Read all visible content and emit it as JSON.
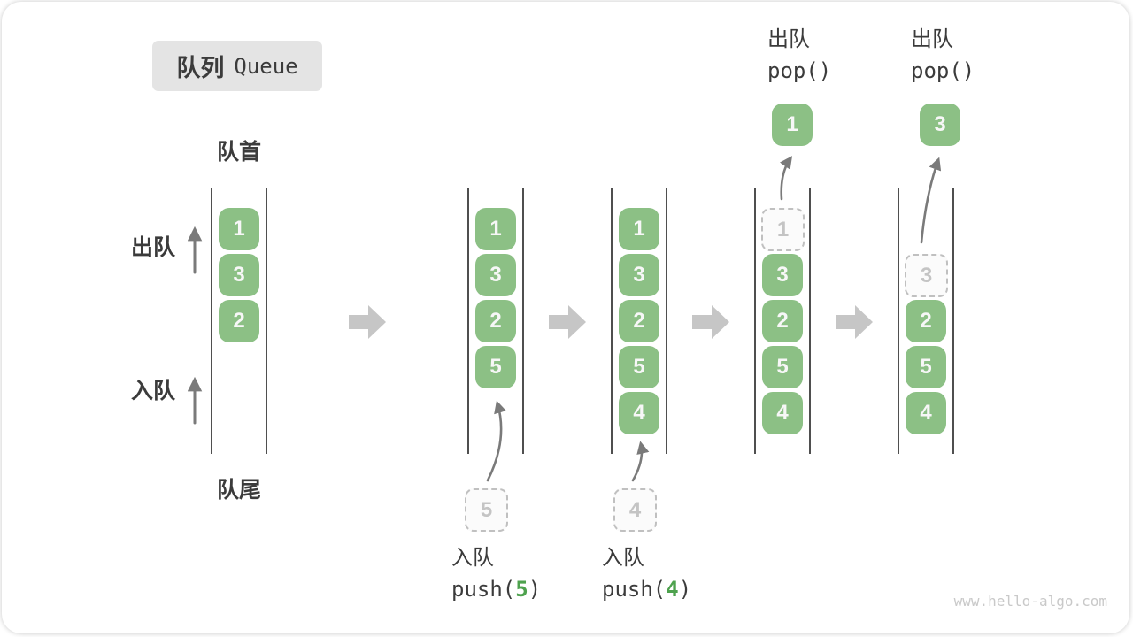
{
  "title": {
    "zh": "队列",
    "en": "Queue"
  },
  "side_labels": {
    "front": "队首",
    "rear": "队尾",
    "dequeue": "出队",
    "enqueue": "入队"
  },
  "watermark": "www.hello-algo.com",
  "colors": {
    "block": "#8cc085",
    "accent": "#4ea24e",
    "dashed_border": "#c0c0c0",
    "muted_text": "#c4c4c4",
    "line": "#4f4f4f",
    "arrow": "#7a7a7a",
    "fat_arrow": "#c6c6c6",
    "title_bg": "#e4e4e4",
    "text": "#3b3b3b",
    "watermark_color": "#c9c9c9"
  },
  "states": [
    {
      "blocks": [
        {
          "value": "1"
        },
        {
          "value": "3"
        },
        {
          "value": "2"
        }
      ],
      "start_slot": 0
    },
    {
      "blocks": [
        {
          "value": "1"
        },
        {
          "value": "3"
        },
        {
          "value": "2"
        },
        {
          "value": "5"
        }
      ],
      "start_slot": 0,
      "incoming": "5",
      "op": {
        "label": "入队",
        "fn": "push(",
        "arg": "5",
        "close": ")"
      }
    },
    {
      "blocks": [
        {
          "value": "1"
        },
        {
          "value": "3"
        },
        {
          "value": "2"
        },
        {
          "value": "5"
        },
        {
          "value": "4"
        }
      ],
      "start_slot": 0,
      "incoming": "4",
      "op": {
        "label": "入队",
        "fn": "push(",
        "arg": "4",
        "close": ")"
      }
    },
    {
      "blocks": [
        {
          "value": "1",
          "dashed": true
        },
        {
          "value": "3"
        },
        {
          "value": "2"
        },
        {
          "value": "5"
        },
        {
          "value": "4"
        }
      ],
      "start_slot": 0,
      "popped": "1",
      "op": {
        "label": "出队",
        "fn": "pop()"
      }
    },
    {
      "blocks": [
        {
          "value": "3",
          "dashed": true
        },
        {
          "value": "2"
        },
        {
          "value": "5"
        },
        {
          "value": "4"
        }
      ],
      "start_slot": 1,
      "popped": "3",
      "op": {
        "label": "出队",
        "fn": "pop()"
      }
    }
  ]
}
